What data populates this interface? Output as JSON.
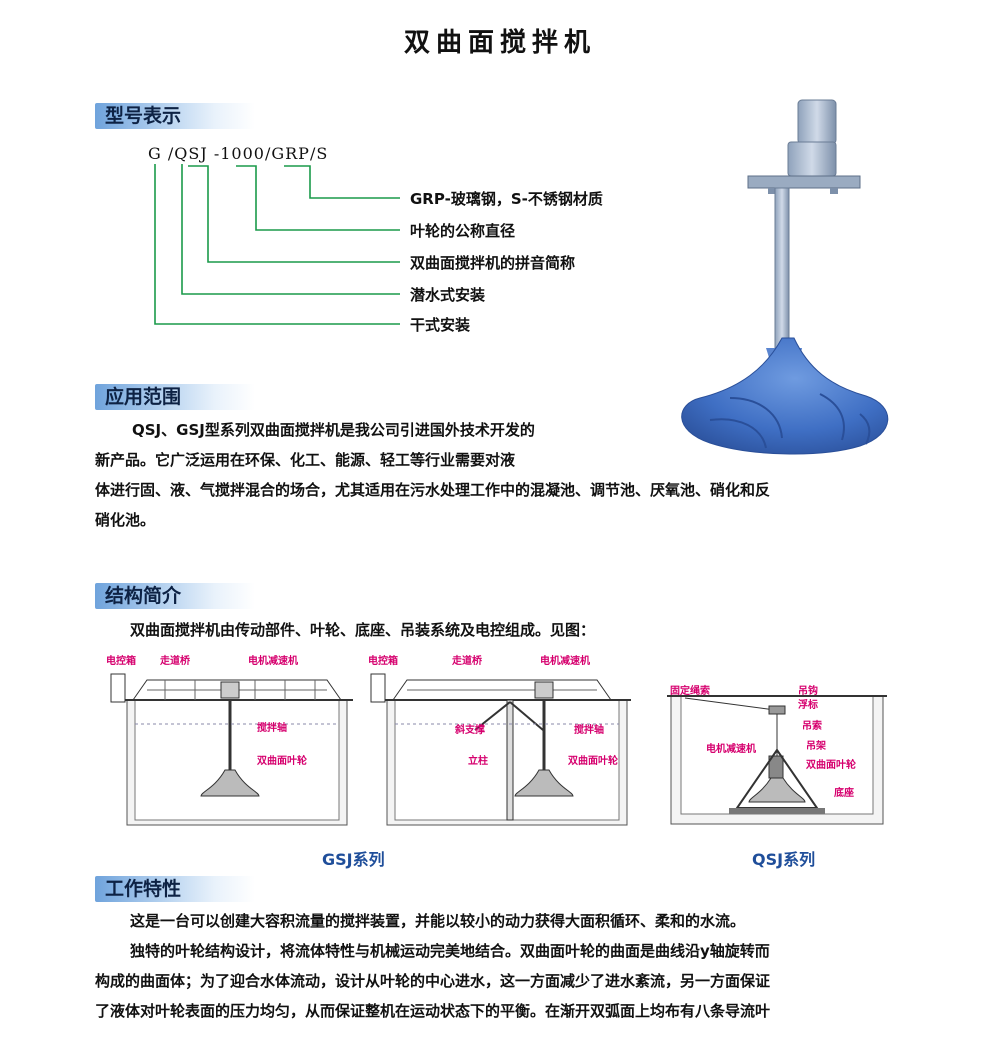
{
  "title": "双曲面搅拌机",
  "model_section": {
    "heading": "型号表示",
    "code": "G /QSJ -1000/GRP/S",
    "legend": [
      "GRP-玻璃钢，S-不锈钢材质",
      "叶轮的公称直径",
      "双曲面搅拌机的拼音简称",
      "潜水式安装",
      "干式安装"
    ]
  },
  "application_section": {
    "heading": "应用范围",
    "lines": [
      "QSJ、GSJ型系列双曲面搅拌机是我公司引进国外技术开发的",
      "新产品。它广泛运用在环保、化工、能源、轻工等行业需要对液",
      "体进行固、液、气搅拌混合的场合，尤其适用在污水处理工作中的混凝池、调节池、厌氧池、硝化和反",
      "硝化池。"
    ]
  },
  "structure_section": {
    "heading": "结构简介",
    "intro": "双曲面搅拌机由传动部件、叶轮、底座、吊装系统及电控组成。见图：",
    "diagram1_labels": [
      "电控箱",
      "走道桥",
      "电机减速机",
      "搅拌轴",
      "双曲面叶轮"
    ],
    "diagram2_labels": [
      "电控箱",
      "走道桥",
      "电机减速机",
      "斜支撑",
      "搅拌轴",
      "立柱",
      "双曲面叶轮"
    ],
    "diagram3_labels": [
      "固定绳索",
      "吊钩",
      "浮标",
      "吊索",
      "电机减速机",
      "吊架",
      "双曲面叶轮",
      "底座"
    ],
    "caption_gsj": "GSJ系列",
    "caption_qsj": "QSJ系列"
  },
  "features_section": {
    "heading": "工作特性",
    "lines": [
      "这是一台可以创建大容积流量的搅拌装置，并能以较小的动力获得大面积循环、柔和的水流。",
      "独特的叶轮结构设计，将流体特性与机械运动完美地结合。双曲面叶轮的曲面是曲线沿y轴旋转而",
      "构成的曲面体；为了迎合水体流动，设计从叶轮的中心进水，这一方面减少了进水紊流，另一方面保证",
      "了液体对叶轮表面的压力均匀，从而保证整机在运动状态下的平衡。在渐开双弧面上均布有八条导流叶"
    ]
  },
  "colors": {
    "legend_line": "#1a9a4a",
    "label_magenta": "#d6006e",
    "caption_blue": "#1f4e9a",
    "impeller_blue": "#3f6fc4",
    "heading_blue": "#6fa3dc"
  }
}
